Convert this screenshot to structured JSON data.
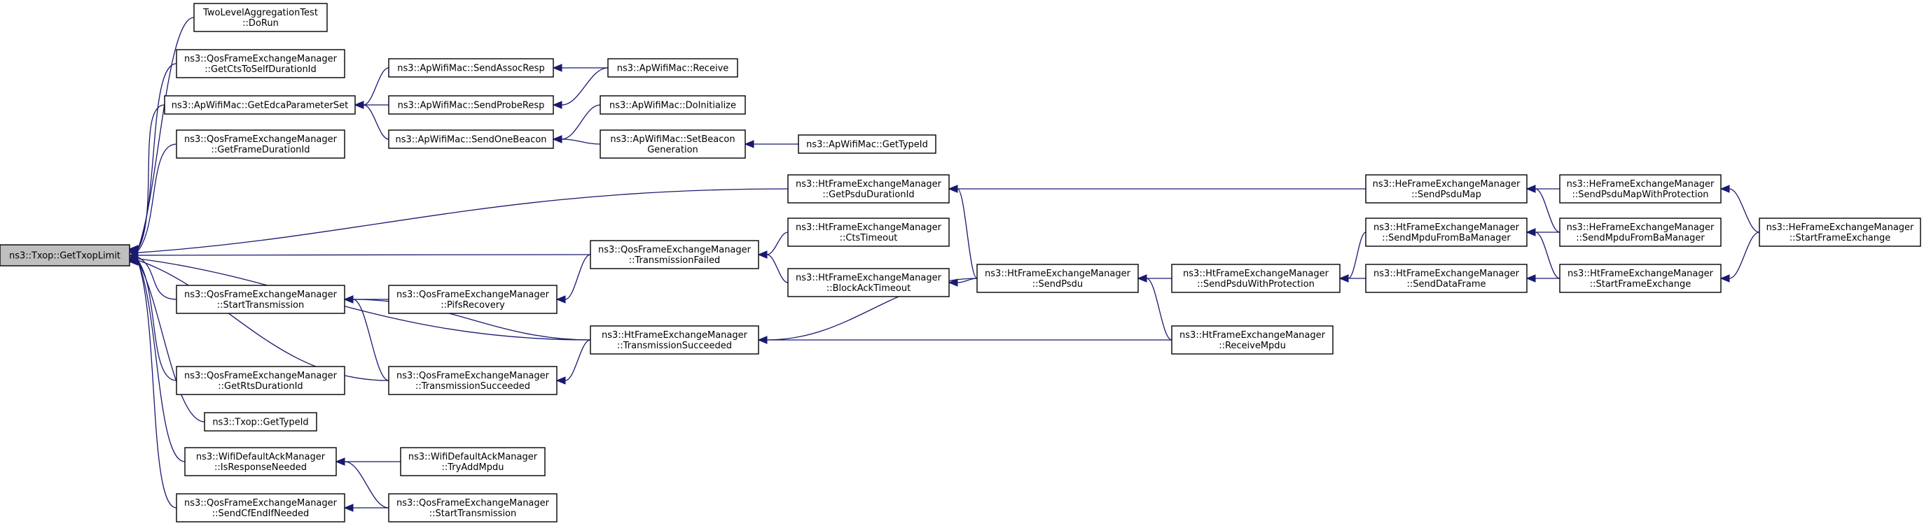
{
  "colors": {
    "edge": "#191970",
    "root_fill": "#bfbfbf",
    "node_fill": "#ffffff",
    "border": "#000000"
  },
  "nodes": [
    {
      "id": "root",
      "lines": [
        "ns3::Txop::GetTxopLimit"
      ],
      "root": true
    },
    {
      "id": "n1",
      "lines": [
        "TwoLevelAggregationTest",
        "::DoRun"
      ]
    },
    {
      "id": "n2",
      "lines": [
        "ns3::QosFrameExchangeManager",
        "::GetCtsToSelfDurationId"
      ]
    },
    {
      "id": "n3",
      "lines": [
        "ns3::ApWifiMac::GetEdcaParameterSet"
      ]
    },
    {
      "id": "n4",
      "lines": [
        "ns3::QosFrameExchangeManager",
        "::GetFrameDurationId"
      ]
    },
    {
      "id": "n5",
      "lines": [
        "ns3::QosFrameExchangeManager",
        "::StartTransmission"
      ]
    },
    {
      "id": "n6",
      "lines": [
        "ns3::QosFrameExchangeManager",
        "::GetRtsDurationId"
      ]
    },
    {
      "id": "n7",
      "lines": [
        "ns3::Txop::GetTypeId"
      ]
    },
    {
      "id": "n8",
      "lines": [
        "ns3::WifiDefaultAckManager",
        "::IsResponseNeeded"
      ]
    },
    {
      "id": "n9",
      "lines": [
        "ns3::QosFrameExchangeManager",
        "::SendCfEndIfNeeded"
      ]
    },
    {
      "id": "n10",
      "lines": [
        "ns3::ApWifiMac::SendAssocResp"
      ]
    },
    {
      "id": "n11",
      "lines": [
        "ns3::ApWifiMac::SendProbeResp"
      ]
    },
    {
      "id": "n12",
      "lines": [
        "ns3::ApWifiMac::SendOneBeacon"
      ]
    },
    {
      "id": "n13",
      "lines": [
        "ns3::QosFrameExchangeManager",
        "::PifsRecovery"
      ]
    },
    {
      "id": "n14",
      "lines": [
        "ns3::QosFrameExchangeManager",
        "::TransmissionSucceeded"
      ]
    },
    {
      "id": "n15",
      "lines": [
        "ns3::WifiDefaultAckManager",
        "::TryAddMpdu"
      ]
    },
    {
      "id": "n16",
      "lines": [
        "ns3::QosFrameExchangeManager",
        "::StartTransmission"
      ]
    },
    {
      "id": "n17",
      "lines": [
        "ns3::ApWifiMac::Receive"
      ]
    },
    {
      "id": "n18",
      "lines": [
        "ns3::ApWifiMac::DoInitialize"
      ]
    },
    {
      "id": "n19",
      "lines": [
        "ns3::ApWifiMac::SetBeacon",
        "Generation"
      ]
    },
    {
      "id": "n20",
      "lines": [
        "ns3::QosFrameExchangeManager",
        "::TransmissionFailed"
      ]
    },
    {
      "id": "n21",
      "lines": [
        "ns3::HtFrameExchangeManager",
        "::TransmissionSucceeded"
      ]
    },
    {
      "id": "n22",
      "lines": [
        "ns3::ApWifiMac::GetTypeId"
      ]
    },
    {
      "id": "n23",
      "lines": [
        "ns3::HtFrameExchangeManager",
        "::GetPsduDurationId"
      ]
    },
    {
      "id": "n24",
      "lines": [
        "ns3::HtFrameExchangeManager",
        "::CtsTimeout"
      ]
    },
    {
      "id": "n25",
      "lines": [
        "ns3::HtFrameExchangeManager",
        "::BlockAckTimeout"
      ]
    },
    {
      "id": "n26",
      "lines": [
        "ns3::HtFrameExchangeManager",
        "::SendPsdu"
      ]
    },
    {
      "id": "n27",
      "lines": [
        "ns3::HtFrameExchangeManager",
        "::SendPsduWithProtection"
      ]
    },
    {
      "id": "n28",
      "lines": [
        "ns3::HtFrameExchangeManager",
        "::ReceiveMpdu"
      ]
    },
    {
      "id": "n29",
      "lines": [
        "ns3::HeFrameExchangeManager",
        "::SendPsduMap"
      ]
    },
    {
      "id": "n30",
      "lines": [
        "ns3::HtFrameExchangeManager",
        "::SendMpduFromBaManager"
      ]
    },
    {
      "id": "n31",
      "lines": [
        "ns3::HtFrameExchangeManager",
        "::SendDataFrame"
      ]
    },
    {
      "id": "n32",
      "lines": [
        "ns3::HeFrameExchangeManager",
        "::SendPsduMapWithProtection"
      ]
    },
    {
      "id": "n33",
      "lines": [
        "ns3::HeFrameExchangeManager",
        "::SendMpduFromBaManager"
      ]
    },
    {
      "id": "n34",
      "lines": [
        "ns3::HtFrameExchangeManager",
        "::StartFrameExchange"
      ]
    },
    {
      "id": "n35",
      "lines": [
        "ns3::HeFrameExchangeManager",
        "::StartFrameExchange"
      ]
    }
  ],
  "edges": [
    [
      "n1",
      "root"
    ],
    [
      "n2",
      "root"
    ],
    [
      "n3",
      "root"
    ],
    [
      "n4",
      "root"
    ],
    [
      "n5",
      "root"
    ],
    [
      "n6",
      "root"
    ],
    [
      "n7",
      "root"
    ],
    [
      "n8",
      "root"
    ],
    [
      "n9",
      "root"
    ],
    [
      "n14",
      "root"
    ],
    [
      "n20",
      "root"
    ],
    [
      "n21",
      "root"
    ],
    [
      "n23",
      "root"
    ],
    [
      "n10",
      "n3"
    ],
    [
      "n11",
      "n3"
    ],
    [
      "n12",
      "n3"
    ],
    [
      "n17",
      "n10"
    ],
    [
      "n17",
      "n11"
    ],
    [
      "n18",
      "n12"
    ],
    [
      "n19",
      "n12"
    ],
    [
      "n22",
      "n19"
    ],
    [
      "n13",
      "n5"
    ],
    [
      "n14",
      "n5"
    ],
    [
      "n21",
      "n5"
    ],
    [
      "n16",
      "n8"
    ],
    [
      "n15",
      "n8"
    ],
    [
      "n16",
      "n9"
    ],
    [
      "n20",
      "n13"
    ],
    [
      "n21",
      "n14"
    ],
    [
      "n24",
      "n20"
    ],
    [
      "n25",
      "n20"
    ],
    [
      "n26",
      "n21"
    ],
    [
      "n28",
      "n21"
    ],
    [
      "n26",
      "n25"
    ],
    [
      "n29",
      "n23"
    ],
    [
      "n26",
      "n23"
    ],
    [
      "n27",
      "n26"
    ],
    [
      "n28",
      "n26"
    ],
    [
      "n30",
      "n27"
    ],
    [
      "n31",
      "n27"
    ],
    [
      "n32",
      "n29"
    ],
    [
      "n33",
      "n29"
    ],
    [
      "n33",
      "n30"
    ],
    [
      "n34",
      "n30"
    ],
    [
      "n34",
      "n31"
    ],
    [
      "n35",
      "n32"
    ],
    [
      "n35",
      "n34"
    ]
  ]
}
